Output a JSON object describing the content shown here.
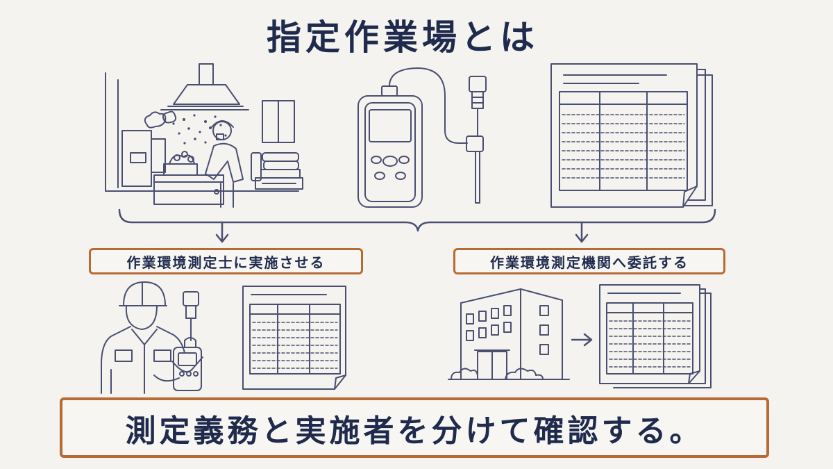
{
  "title": "指定作業場とは",
  "branches": {
    "left_label": "作業環境測定士に実施させる",
    "right_label": "作業環境測定機関へ委託する"
  },
  "conclusion": "測定義務と実施者を分けて確認する。",
  "colors": {
    "ink": "#1f2a4d",
    "line": "#4a4f70",
    "accent_border": "#b86a35",
    "background": "#f4f3ef"
  },
  "icons": [
    "factory-workplace-illustration",
    "measuring-device-icon",
    "record-sheet-icon",
    "bracket-icon",
    "arrow-down-icon",
    "worker-with-meter-illustration",
    "office-building-icon",
    "arrow-right-icon"
  ]
}
